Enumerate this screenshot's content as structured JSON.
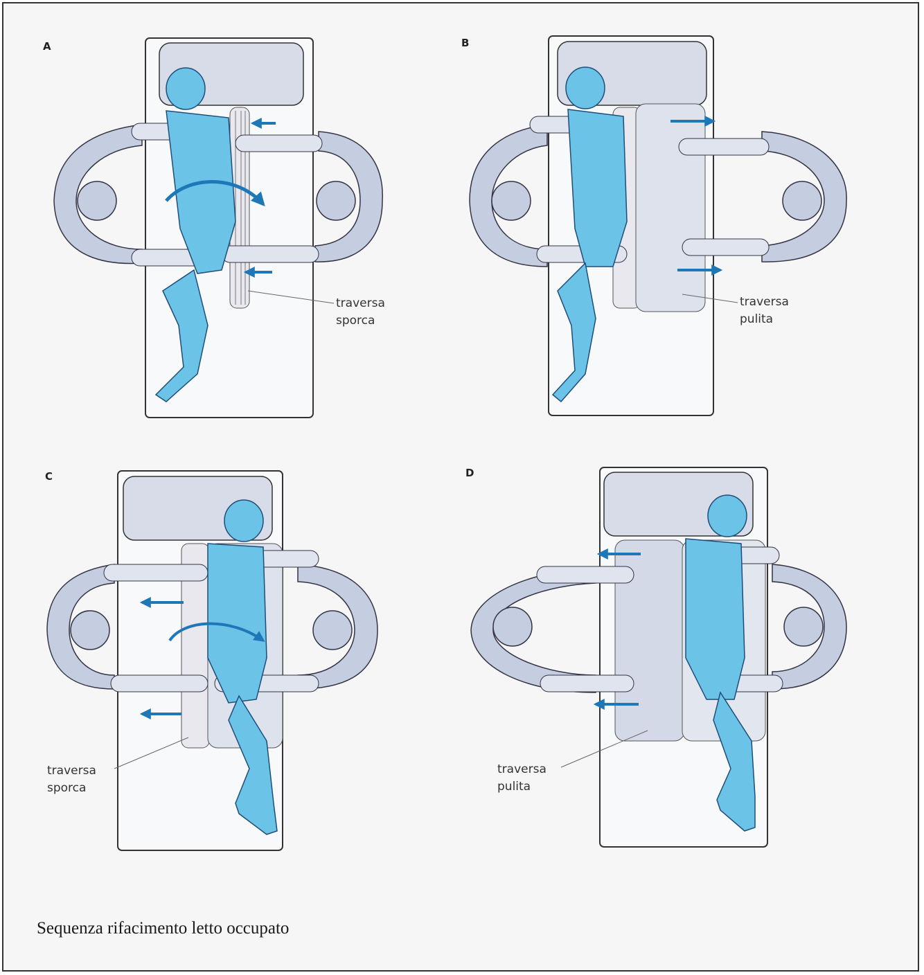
{
  "panels": [
    {
      "letter": "A",
      "label_line1": "traversa",
      "label_line2": "sporca"
    },
    {
      "letter": "B",
      "label_line1": "traversa",
      "label_line2": "pulita"
    },
    {
      "letter": "C",
      "label_line1": "traversa",
      "label_line2": "sporca"
    },
    {
      "letter": "D",
      "label_line1": "traversa",
      "label_line2": "pulita"
    }
  ],
  "caption": "Sequenza  rifacimento letto occupato",
  "colors": {
    "patient": "#6cc3e8",
    "caregiver": "#c5cde0",
    "bed_outline": "#333333",
    "arrow": "#1e78b8"
  }
}
